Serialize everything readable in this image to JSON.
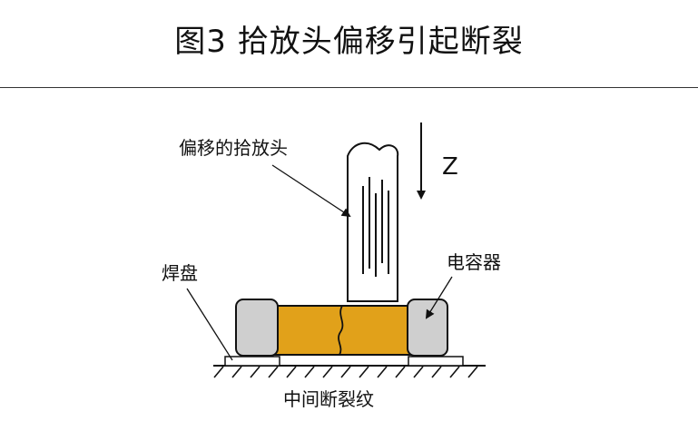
{
  "title": "图3 拾放头偏移引起断裂",
  "labels": {
    "pickup_head": "偏移的拾放头",
    "direction": "Z",
    "pad": "焊盘",
    "capacitor": "电容器",
    "crack": "中间断裂纹"
  },
  "colors": {
    "capacitor_body": "#e1a11a",
    "terminal": "#cfcfcf",
    "outline": "#111111"
  }
}
